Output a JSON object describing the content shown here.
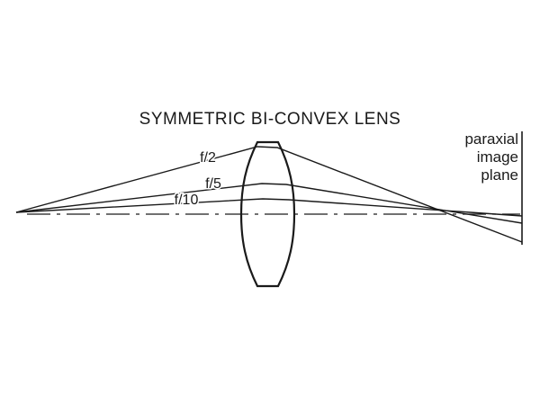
{
  "diagram": {
    "title": "SYMMETRIC BI-CONVEX LENS",
    "ray_labels": {
      "f2": "f/2",
      "f5": "f/5",
      "f10": "f/10"
    },
    "plane_label": {
      "line1": "paraxial",
      "line2": "image",
      "line3": "plane"
    },
    "colors": {
      "ink": "#1a1a1a",
      "background": "#ffffff"
    }
  }
}
